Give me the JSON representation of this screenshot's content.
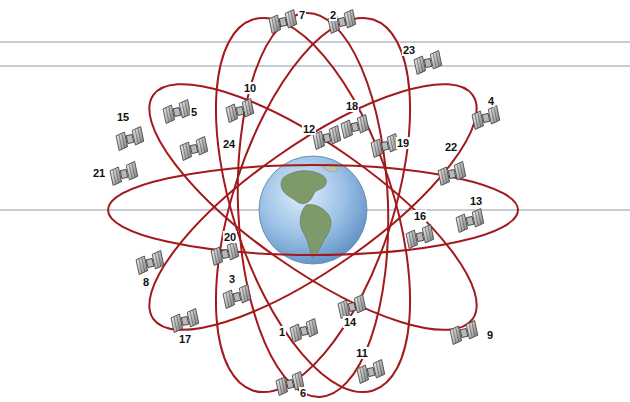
{
  "diagram": {
    "labels": [
      "7",
      "2",
      "23",
      "18",
      "10",
      "4",
      "5",
      "15",
      "24",
      "12",
      "19",
      "22",
      "21",
      "16",
      "13",
      "20",
      "8",
      "3",
      "17",
      "14",
      "1",
      "9",
      "11",
      "6"
    ]
  }
}
